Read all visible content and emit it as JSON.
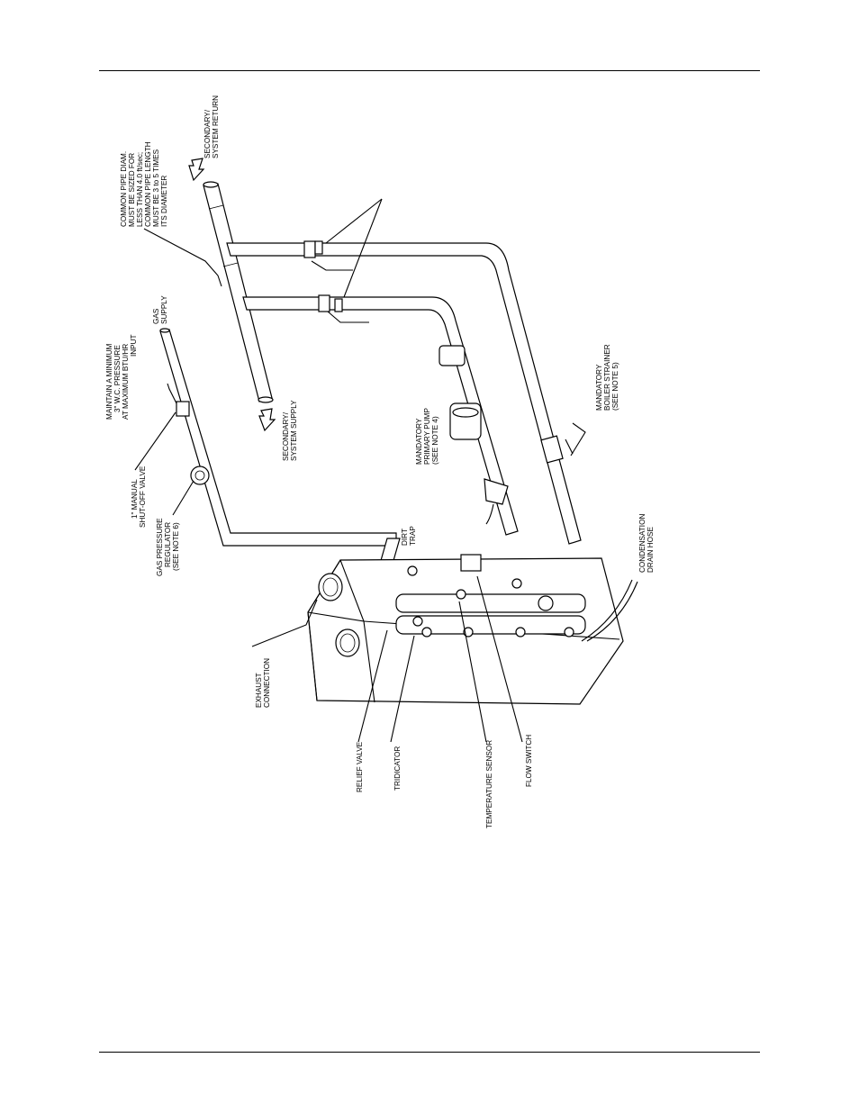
{
  "labels": {
    "secondary_return": [
      "SECONDARY/",
      "SYSTEM RETURN"
    ],
    "common_pipe": [
      "COMMON PIPE DIAM.",
      "MUST BE SIZED FOR",
      "LESS THAN 4.0 ft/sec;",
      "COMMON PIPE LENGTH",
      "MUST BE 3 to 5 TIMES",
      "ITS DIAMETER"
    ],
    "gas_supply": [
      "GAS",
      "SUPPLY"
    ],
    "min_pressure": [
      "MAINTAIN A MINIMUM",
      "3\" W.C. PRESSURE",
      "AT MAXIMUM BTU/HR",
      "INPUT"
    ],
    "secondary_supply": [
      "SECONDARY/",
      "SYSTEM SUPPLY"
    ],
    "shutoff_valve": [
      "1\" MANUAL",
      "SHUT-OFF VALVE"
    ],
    "gas_regulator": [
      "GAS PRESSURE",
      "REGULATOR",
      "(SEE NOTE 6)"
    ],
    "primary_pump": [
      "MANDATORY",
      "PRIMARY PUMP",
      "(SEE NOTE 4)"
    ],
    "boiler_strainer": [
      "MANDATORY",
      "BOILER STRAINER",
      "(SEE NOTE 5)"
    ],
    "dirt_trap": [
      "DIRT",
      "TRAP"
    ],
    "condensation_hose": [
      "CONDENSATION",
      "DRAIN HOSE"
    ],
    "exhaust": [
      "EXHAUST",
      "CONNECTION"
    ],
    "relief_valve": [
      "RELIEF VALVE"
    ],
    "tridicator": [
      "TRIDICATOR"
    ],
    "temperature_sensor": [
      "TEMPERATURE SENSOR"
    ],
    "flow_switch": [
      "FLOW SWITCH"
    ]
  },
  "icons": {
    "return_arrow": "down-arrow-icon",
    "supply_arrow": "down-arrow-icon"
  }
}
